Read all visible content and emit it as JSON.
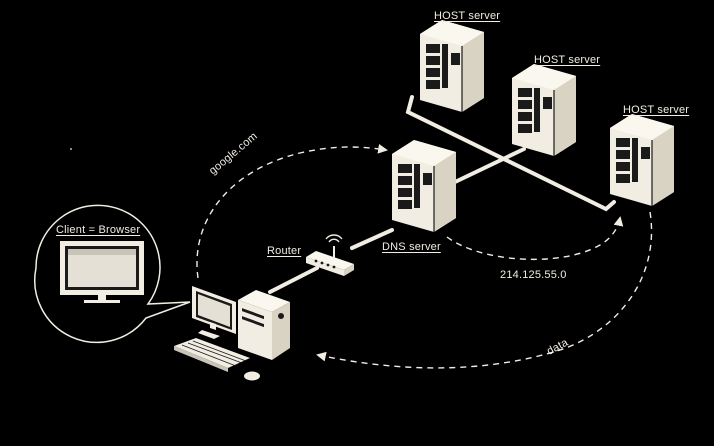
{
  "labels": {
    "host_server_1": "HOST server",
    "host_server_2": "HOST server",
    "host_server_3": "HOST server",
    "dns_server": "DNS server",
    "router": "Router",
    "client": "Client = Browser",
    "request": "google.com",
    "ip_address": "214.125.55.0",
    "data": "data"
  },
  "colors": {
    "background": "#000000",
    "device_fill": "#f2ede2",
    "device_dark": "#1a1a1a",
    "line": "#f2ede2"
  }
}
